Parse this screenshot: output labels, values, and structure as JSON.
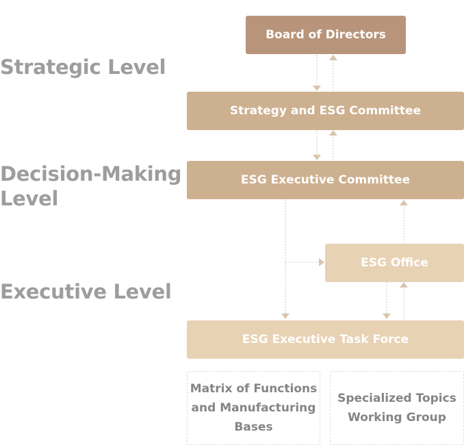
{
  "levels": {
    "strategic": "Strategic Level",
    "decision": "Decision-Making\nLevel",
    "executive": "Executive Level"
  },
  "boxes": {
    "board": "Board of Directors",
    "strategy_committee": "Strategy and ESG Committee",
    "executive_committee": "ESG Executive Committee",
    "office": "ESG Office",
    "task_force": "ESG Executive Task Force",
    "matrix": "Matrix of Functions\nand Manufacturing\nBases",
    "topics": "Specialized Topics\nWorking Group"
  },
  "colors": {
    "level_text": "#9d9d9d",
    "board": "#b8957a",
    "committee": "#cdb08f",
    "office": "#e8d2b4",
    "connector": "#d9c5b0"
  }
}
